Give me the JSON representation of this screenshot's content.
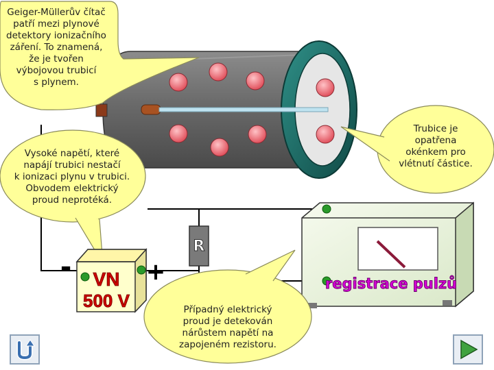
{
  "callouts": {
    "geiger_intro": [
      "Geiger-Müllerův čítač",
      "patří mezi plynové",
      "detektory ionizačního",
      "záření. To znamená,",
      "že je tvořen",
      "výbojovou trubicí",
      "s plynem."
    ],
    "tube_window": [
      "Trubice je",
      "opatřena",
      "okénkem pro",
      "vlétnutí částice."
    ],
    "high_voltage": [
      "Vysoké napětí, které",
      "napájí trubici nestačí",
      "k ionizaci plynu v trubici.",
      "Obvodem elektrický",
      "proud neprotéká."
    ],
    "resistor_current": [
      "Případný elektrický",
      "proud je detekován",
      "nárůstem napětí na",
      "zapojeném rezistoru."
    ]
  },
  "labels": {
    "resistor": "R",
    "battery_line1": "VN",
    "battery_line2": "500 V",
    "minus": "-",
    "plus": "+",
    "counter": "registrace pulzů"
  },
  "nav": {
    "back_icon": "u-turn-back-icon",
    "forward_icon": "play-forward-icon"
  },
  "colors": {
    "tube_body": "#6e6e6e",
    "tube_rim": "#1c6e68",
    "ion": "#e8707a",
    "callout_fill": "#ffff99",
    "battery_fill": "#ffffcc",
    "battery_text": "#cc0000",
    "counter_fill": "#ecf4e0",
    "counter_label": "#d400d4"
  }
}
